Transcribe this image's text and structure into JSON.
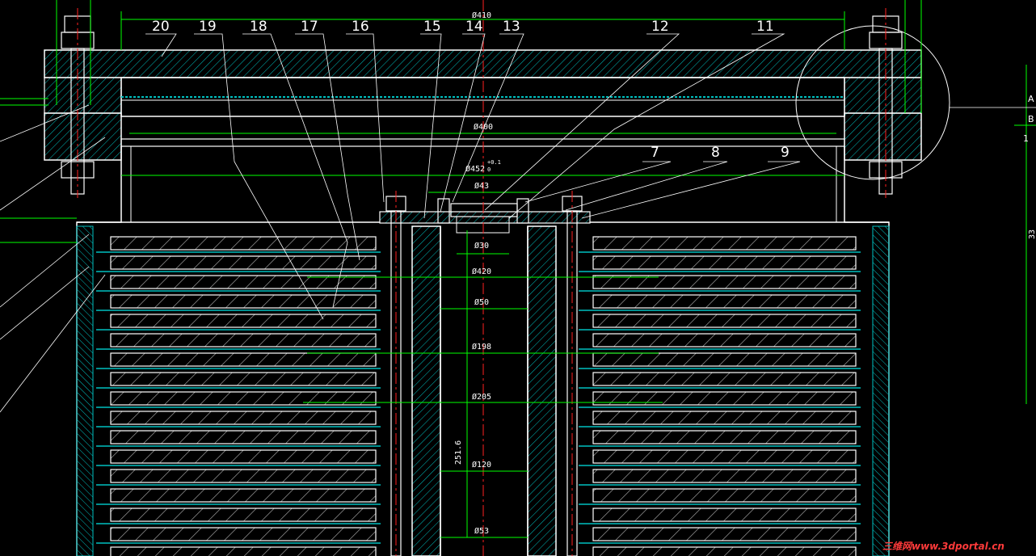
{
  "colors": {
    "background": "#000000",
    "outline": "#ffffff",
    "hatch": "#00c0c0",
    "dimension": "#00ff00",
    "centerline": "#ff2020",
    "leader": "#ffffff",
    "watermark": "#ff3a3a"
  },
  "part_labels": [
    "20",
    "19",
    "18",
    "17",
    "16",
    "15",
    "14",
    "13",
    "12",
    "11",
    "7",
    "8",
    "9"
  ],
  "dimensions": {
    "d410": "Ø410",
    "d400": "Ø400",
    "d452": "Ø452",
    "tol_plus": "+0.1",
    "tol_zero": "0",
    "d43": "Ø43",
    "d30": "Ø30",
    "d420": "Ø420",
    "d50": "Ø50",
    "d198": "Ø198",
    "d205": "Ø205",
    "d120": "Ø120",
    "d53": "Ø53",
    "len": "251.6",
    "right_33": "33"
  },
  "side_marks": {
    "a": "A",
    "b": "B",
    "one": "1"
  },
  "watermark": "三维网www.3dportal.cn"
}
